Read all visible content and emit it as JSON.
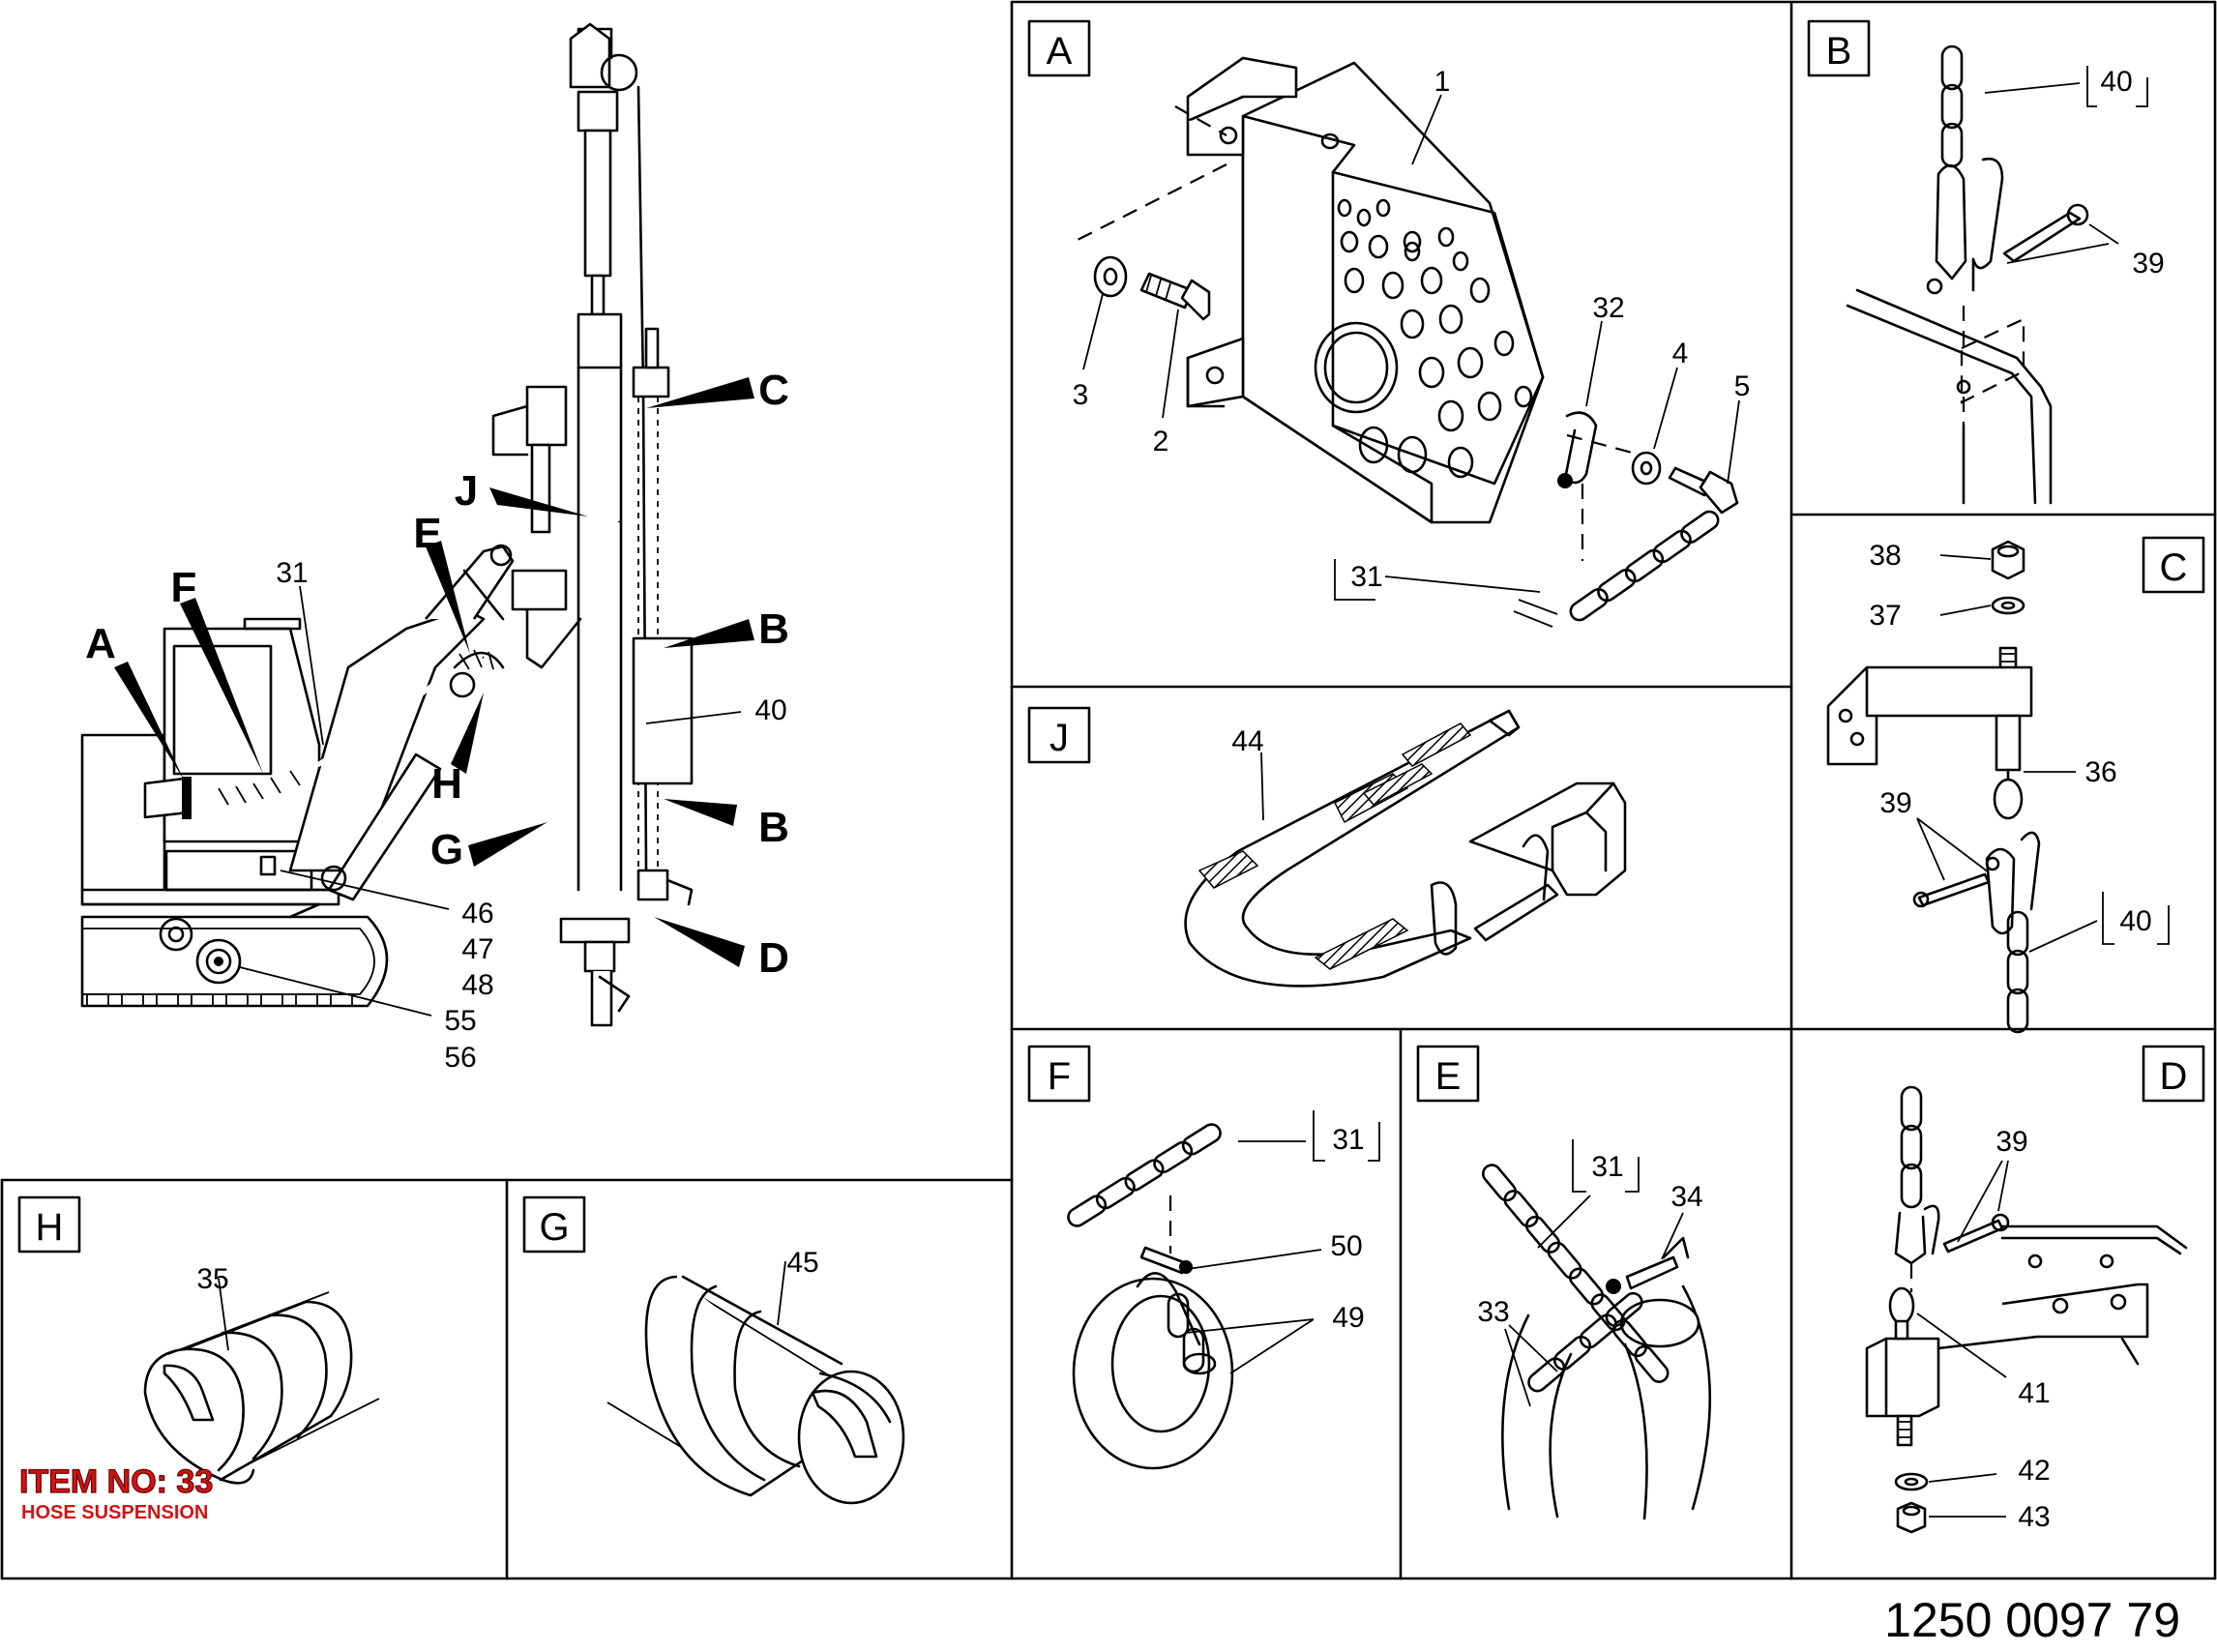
{
  "diagram": {
    "document_number": "1250 0097 79",
    "item_no": "ITEM NO: 33",
    "item_description": "HOSE SUSPENSION",
    "overview": {
      "callouts": [
        "A",
        "F",
        "E",
        "J",
        "C",
        "B",
        "B",
        "D",
        "G",
        "H"
      ],
      "numbers": [
        "31",
        "40",
        "46",
        "47",
        "48",
        "55",
        "56"
      ]
    },
    "panels": {
      "A": {
        "letter": "A",
        "parts": [
          "1",
          "3",
          "2",
          "32",
          "4",
          "5",
          "31"
        ]
      },
      "B": {
        "letter": "B",
        "parts": [
          "40",
          "39"
        ]
      },
      "C": {
        "letter": "C",
        "parts": [
          "38",
          "37",
          "36",
          "39",
          "40"
        ]
      },
      "J": {
        "letter": "J",
        "parts": [
          "44"
        ]
      },
      "F": {
        "letter": "F",
        "parts": [
          "31",
          "50",
          "49"
        ]
      },
      "E": {
        "letter": "E",
        "parts": [
          "31",
          "34",
          "33"
        ]
      },
      "D": {
        "letter": "D",
        "parts": [
          "39",
          "41",
          "42",
          "43"
        ]
      },
      "H": {
        "letter": "H",
        "parts": [
          "35"
        ]
      },
      "G": {
        "letter": "G",
        "parts": [
          "45"
        ]
      }
    }
  }
}
